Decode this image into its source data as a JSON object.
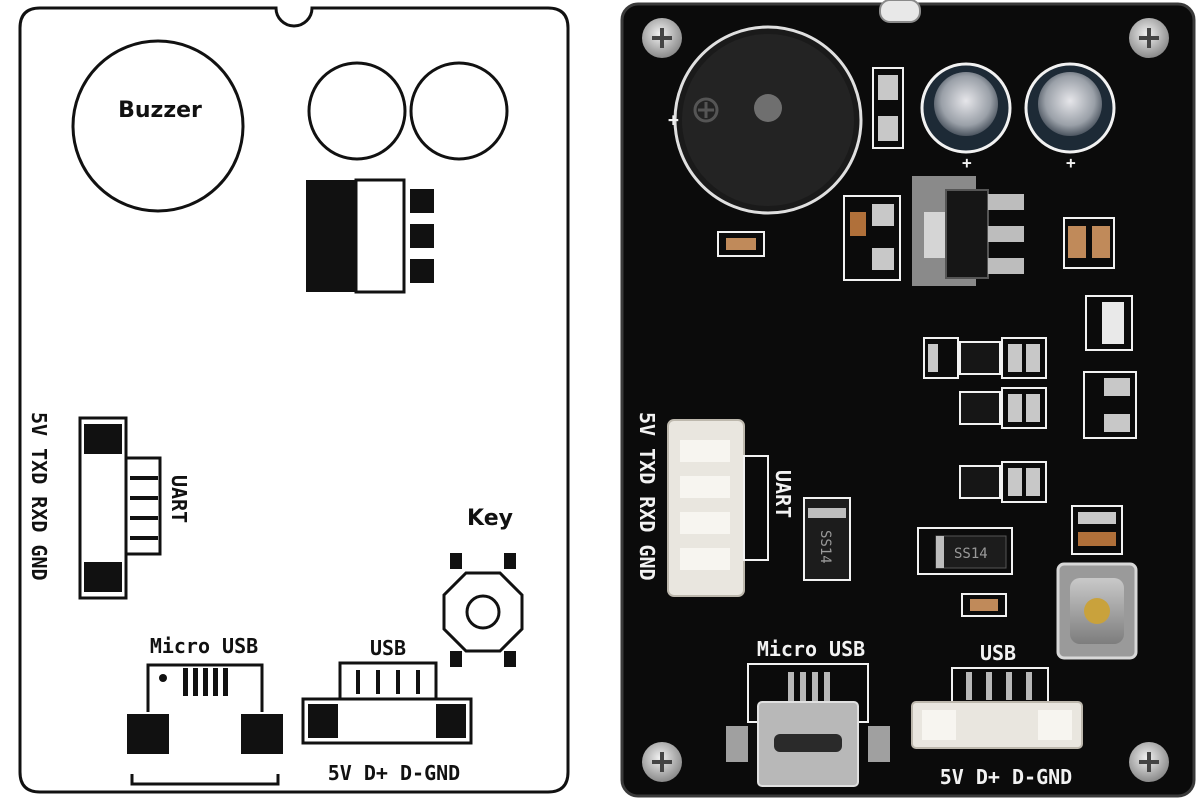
{
  "colors": {
    "outline": "#111111",
    "pcb": "#0b0b0b",
    "silkscreen": "#f2f2f2",
    "header": "#e9e6df",
    "metal": "#b8b8b8"
  },
  "outline_drawing": {
    "buzzer_label": "Buzzer",
    "key_label": "Key",
    "uart_label": "UART",
    "uart_pins_label": "5V TXD RXD GND",
    "micro_usb_label": "Micro USB",
    "usb_label": "USB",
    "usb_pins_label": "5V D+ D-GND"
  },
  "pcb_photo": {
    "uart_label": "UART",
    "uart_pins_label": "5V TXD RXD GND",
    "micro_usb_label": "Micro USB",
    "usb_label": "USB",
    "usb_pins_label": "5V D+ D-GND",
    "diode_marking_1": "SS14",
    "diode_marking_2": "SS14",
    "buzzer_polarity": "+"
  }
}
